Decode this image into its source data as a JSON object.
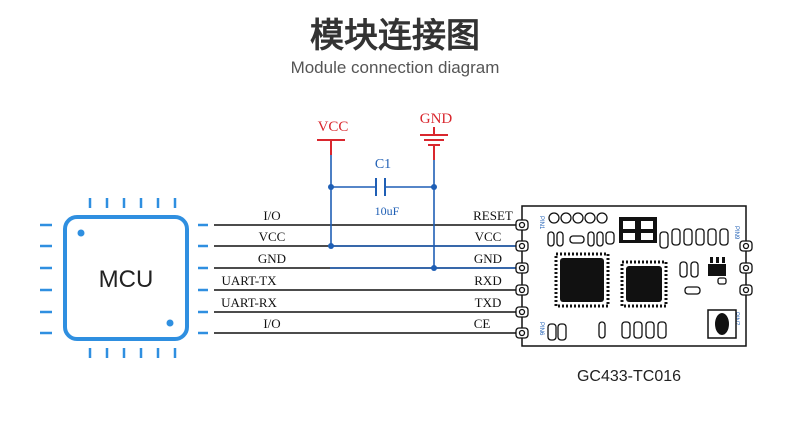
{
  "title": "模块连接图",
  "subtitle": "Module connection diagram",
  "mcu_label": "MCU",
  "module_name": "GC433-TC016",
  "vcc_label": "VCC",
  "gnd_label": "GND",
  "cap_name": "C1",
  "cap_value": "10uF",
  "left_pins": [
    "I/O",
    "VCC",
    "GND",
    "UART-TX",
    "UART-RX",
    "I/O"
  ],
  "right_pins": [
    "RESET",
    "VCC",
    "GND",
    "RXD",
    "TXD",
    "CE"
  ],
  "module_pin_labels": {
    "pin1": "PIN1",
    "pin6": "PIN6",
    "pin9": "PIN9",
    "pin7": "PIN7"
  },
  "colors": {
    "blue": "#1f5fb5",
    "red": "#d9272e",
    "mcu_blue": "#2f8fe0",
    "black": "#111111"
  }
}
